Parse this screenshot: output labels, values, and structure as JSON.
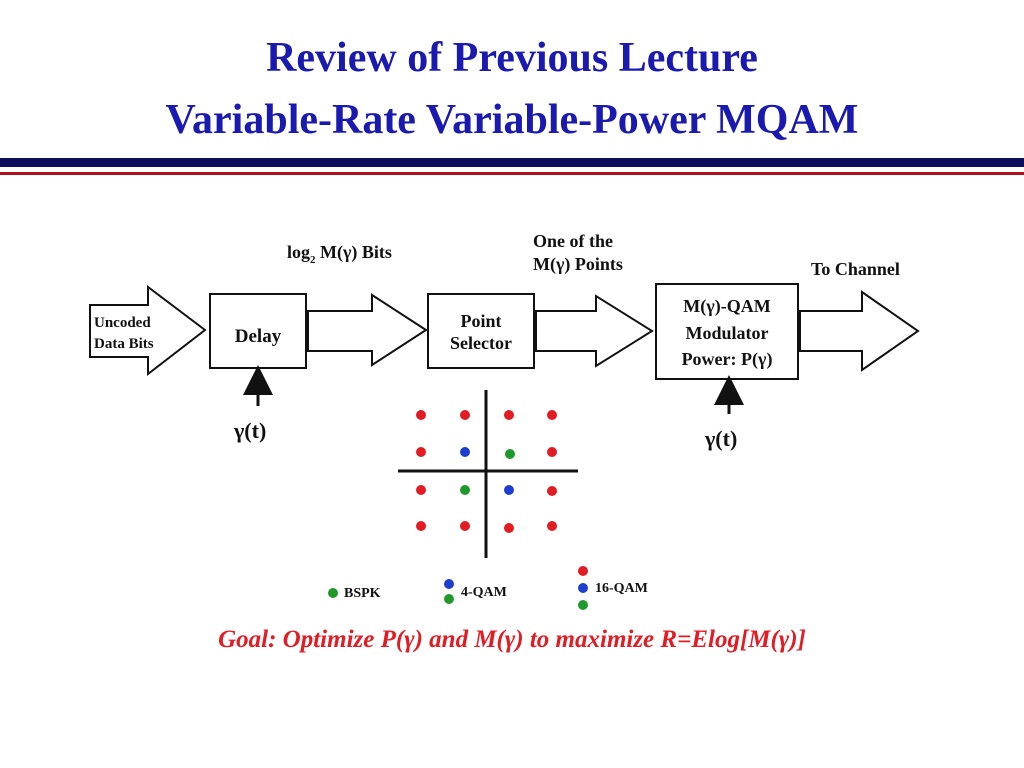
{
  "slide": {
    "title_line1": "Review of Previous Lecture",
    "title_line2": "Variable-Rate Variable-Power MQAM",
    "goal": "Goal: Optimize P(γ) and M(γ) to maximize R=Elog[M(γ)]"
  },
  "diagram": {
    "input_label_line1": "Uncoded",
    "input_label_line2": "Data Bits",
    "delay_label": "Delay",
    "bits_label_prefix": "log",
    "bits_label_sub": "2",
    "bits_label_suffix": " M(γ) Bits",
    "points_label_line1": "One of the",
    "points_label_line2": "M(γ) Points",
    "selector_line1": "Point",
    "selector_line2": "Selector",
    "modulator_line1": "M(γ)-QAM",
    "modulator_line2": "Modulator",
    "modulator_line3": "Power: P(γ)",
    "channel_label": "To Channel",
    "gamma_delay": "γ(t)",
    "gamma_modulator": "γ(t)"
  },
  "legend": {
    "bspk": "BSPK",
    "qam4": "4-QAM",
    "qam16": "16-QAM"
  },
  "colors": {
    "title": "#1a1ab0",
    "goal": "#e31b23",
    "bspk_point": "#1f9a2a",
    "qam4_point": "#1c3fd0",
    "qam16_point": "#e31b23"
  }
}
